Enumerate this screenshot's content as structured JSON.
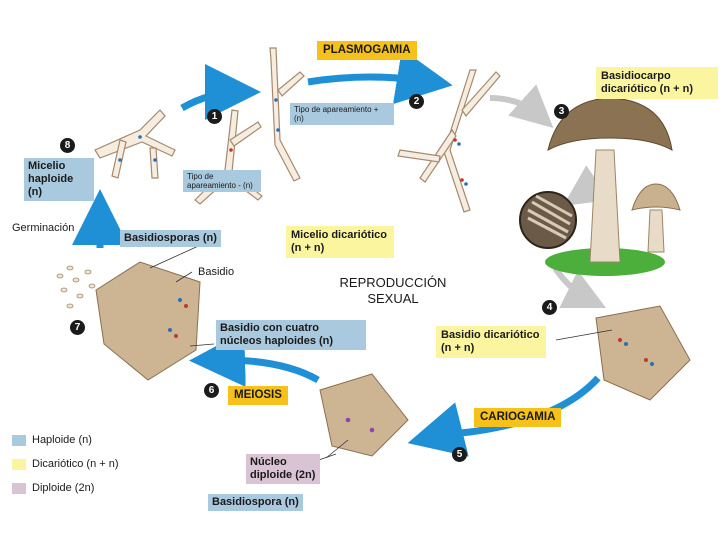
{
  "colors": {
    "haploid": "#a9c9de",
    "dikaryotic": "#fbf5a0",
    "diploid": "#d9c3d5",
    "process": "#f6c11a",
    "arrow": "#1f8fd6",
    "grey_arrow": "#c8c8c8"
  },
  "title": {
    "line1": "REPRODUCCIÓN",
    "line2": "SEXUAL"
  },
  "processes": {
    "plasmogamia": "PLASMOGAMIA",
    "cariogamia": "CARIOGAMIA",
    "meiosis": "MEIOSIS"
  },
  "steps": [
    "1",
    "2",
    "3",
    "4",
    "5",
    "6",
    "7",
    "8"
  ],
  "labels": {
    "mating_plus": "Tipo de apareamiento + (n)",
    "mating_minus": "Tipo de apareamiento - (n)",
    "micelio_haploide": "Micelio haploide (n)",
    "micelio_dicariotico": "Micelio dicariótico (n + n)",
    "basidiocarpo": "Basidiocarpo dicariótico (n + n)",
    "basidio_dicariotico": "Basidio dicariótico (n + n)",
    "nucleo_diploide": "Núcleo diploide (2n)",
    "basidiospora": "Basidiospora (n)",
    "basidio_cuatro": "Basidio con cuatro núcleos haploides (n)",
    "basidio": "Basidio",
    "basidiosporas": "Basidiosporas (n)",
    "germinacion": "Germinación"
  },
  "legend": [
    {
      "label": "Haploide (n)",
      "color": "#a9c9de"
    },
    {
      "label": "Dicariótico (n + n)",
      "color": "#fbf5a0"
    },
    {
      "label": "Diploide (2n)",
      "color": "#d9c3d5"
    }
  ],
  "icons": [
    "hypha-icon",
    "mushroom-icon",
    "gill-icon",
    "basidium-cluster-icon",
    "cycle-arrow-icon"
  ]
}
